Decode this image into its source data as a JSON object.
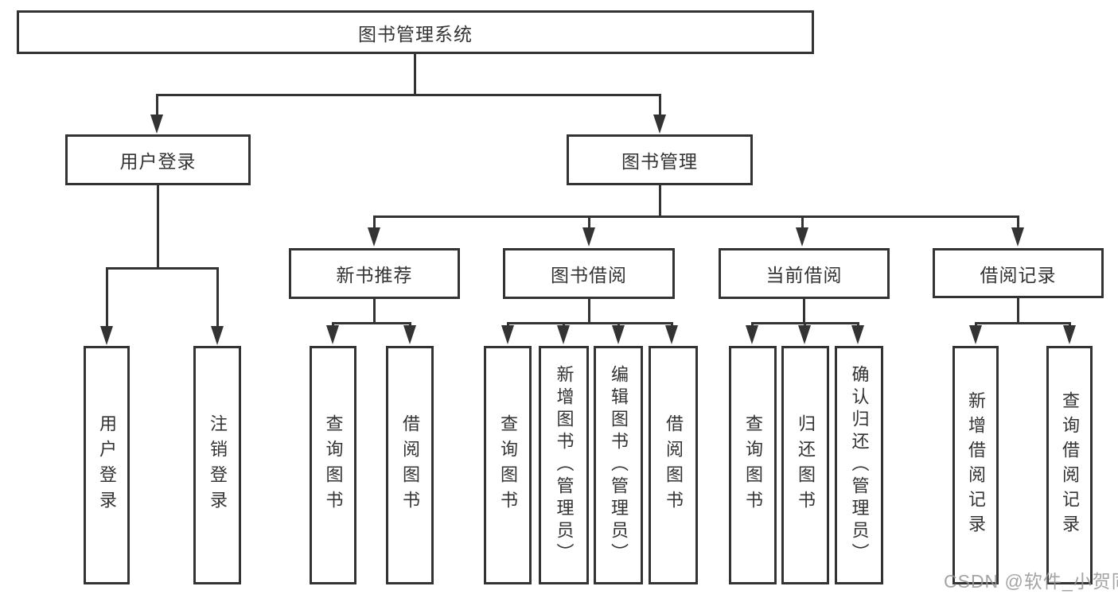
{
  "diagram": {
    "root": {
      "label": "图书管理系统"
    },
    "branches": [
      {
        "label": "用户登录",
        "children": [
          {
            "label": "用户登录"
          },
          {
            "label": "注销登录"
          }
        ]
      },
      {
        "label": "图书管理",
        "children": [
          {
            "label": "新书推荐",
            "children": [
              {
                "label": "查询图书"
              },
              {
                "label": "借阅图书"
              }
            ]
          },
          {
            "label": "图书借阅",
            "children": [
              {
                "label": "查询图书"
              },
              {
                "label": "新增图书（管理员）"
              },
              {
                "label": "编辑图书（管理员）"
              },
              {
                "label": "借阅图书"
              }
            ]
          },
          {
            "label": "当前借阅",
            "children": [
              {
                "label": "查询图书"
              },
              {
                "label": "归还图书"
              },
              {
                "label": "确认归还（管理员）"
              }
            ]
          },
          {
            "label": "借阅记录",
            "children": [
              {
                "label": "新增借阅记录"
              },
              {
                "label": "查询借阅记录"
              }
            ]
          }
        ]
      }
    ]
  },
  "watermark": {
    "text": "CSDN @软件_小贺同学"
  },
  "colors": {
    "line": "#333333",
    "text": "#333333",
    "background": "#ffffff",
    "watermark": "#949494"
  }
}
